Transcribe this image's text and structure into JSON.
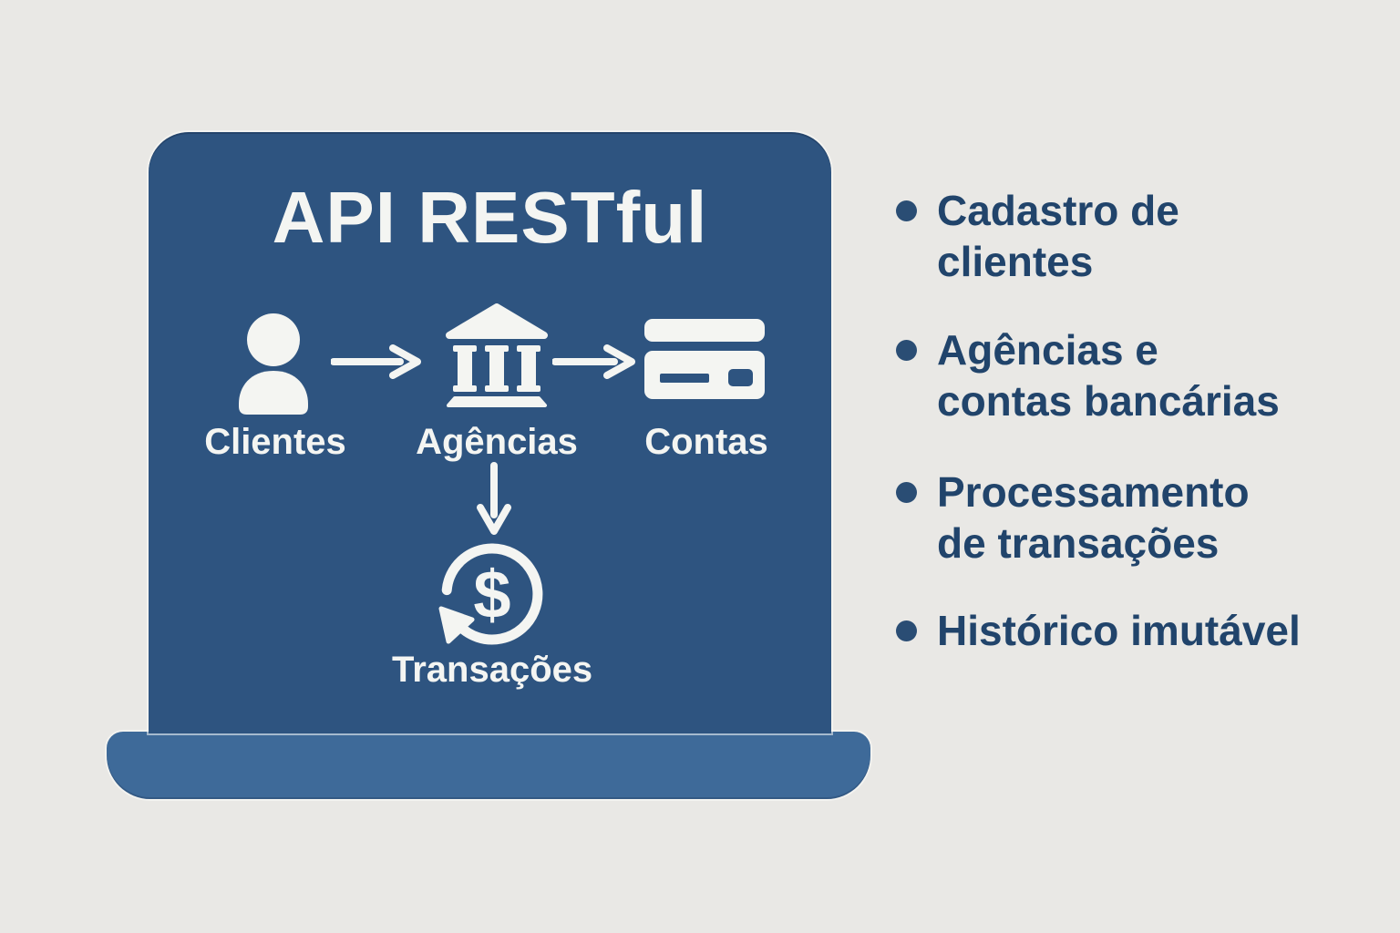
{
  "colors": {
    "background": "#e9e8e5",
    "screen": "#2e5480",
    "base": "#3e6a99",
    "icon_light": "#f4f5f2",
    "text_light": "#f4f5f2",
    "text_dark": "#21446b",
    "bullet_dot": "#2a4d74"
  },
  "laptop": {
    "title": "API RESTful",
    "nodes": [
      {
        "label": "Clientes",
        "icon": "person-icon"
      },
      {
        "label": "Agências",
        "icon": "bank-icon"
      },
      {
        "label": "Contas",
        "icon": "credit-card-icon"
      },
      {
        "label": "Transações",
        "icon": "cycle-dollar-icon"
      }
    ],
    "dollar_glyph": "$"
  },
  "bullets": {
    "items": [
      {
        "text": "Cadastro de\nclientes"
      },
      {
        "text": "Agências e\ncontas bancárias"
      },
      {
        "text": "Processamento\nde transações"
      },
      {
        "text": "Histórico imutável"
      }
    ]
  }
}
